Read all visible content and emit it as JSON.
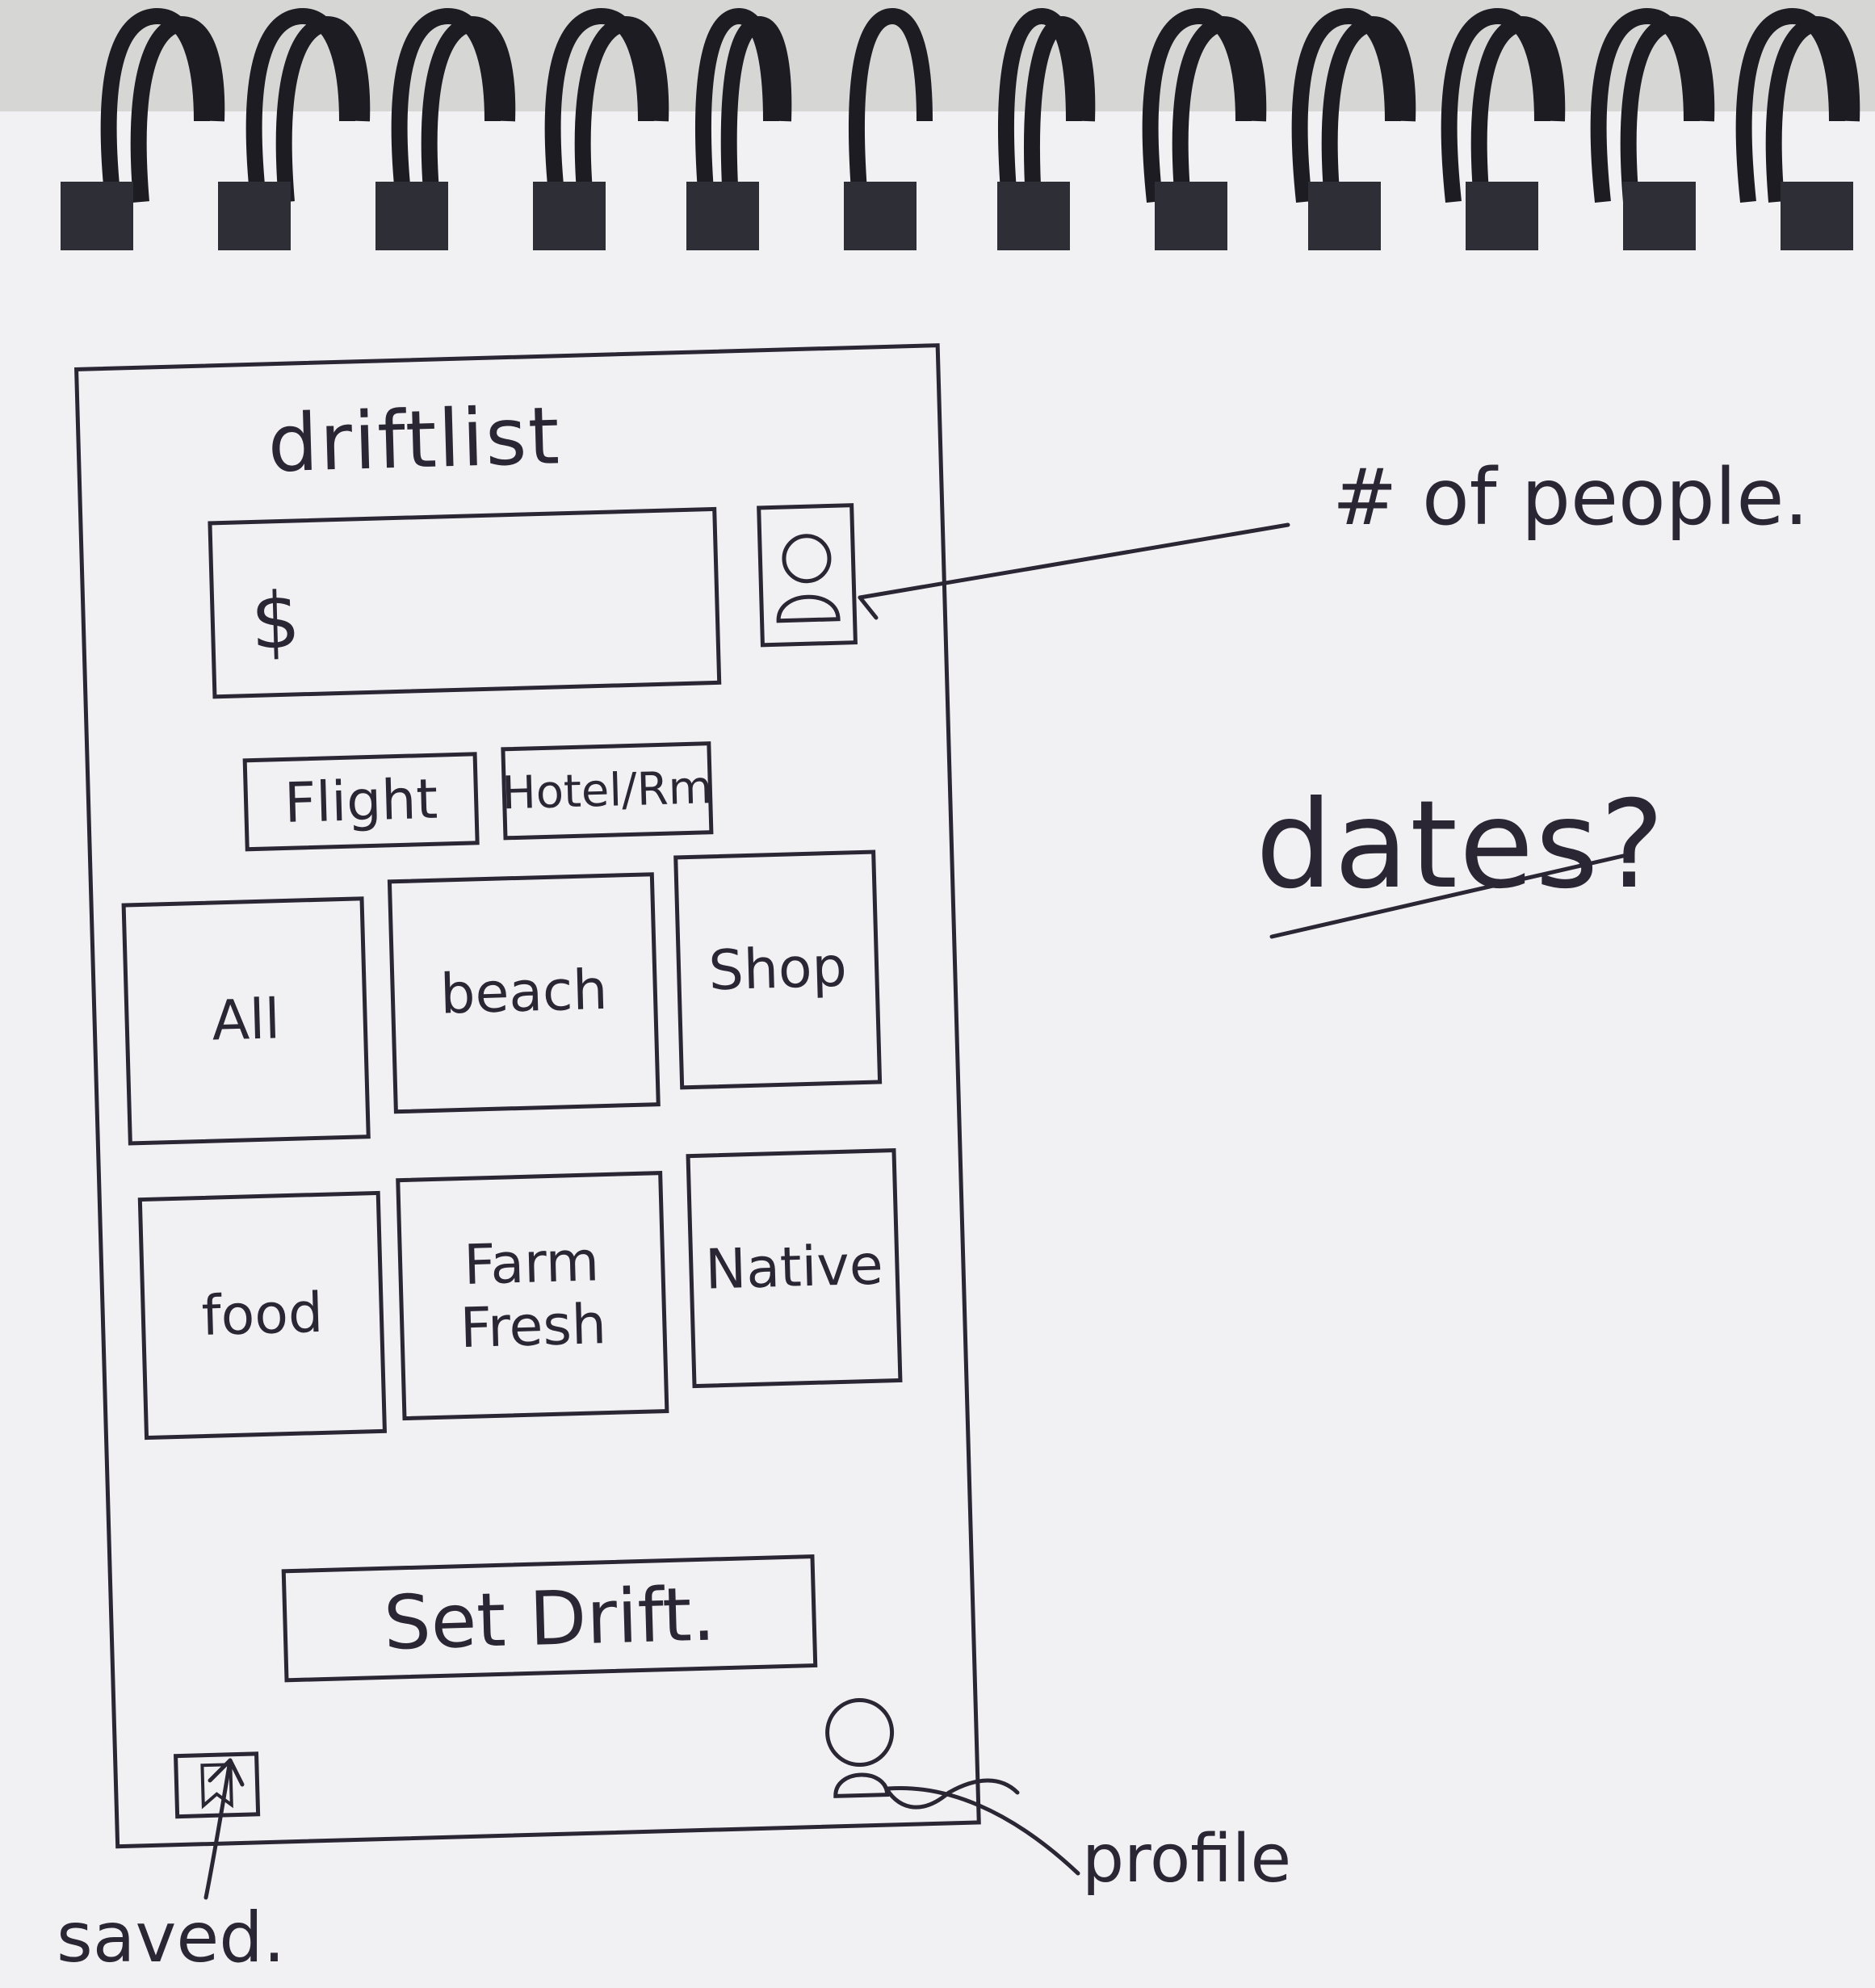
{
  "app": {
    "title": "driftlist",
    "budget_symbol": "$",
    "toggles": [
      "Flight",
      "Hotel/Rm"
    ],
    "categories": [
      {
        "label": "All"
      },
      {
        "label": "beach"
      },
      {
        "label": "Shop"
      },
      {
        "label": "food"
      },
      {
        "label": "Farm Fresh"
      },
      {
        "label": "Native"
      }
    ],
    "cta_label": "Set Drift."
  },
  "annotations": {
    "people": "# of people.",
    "dates": "dates?",
    "saved": "saved.",
    "profile": "profile"
  },
  "icons": {
    "people": "person-icon",
    "profile": "person-icon",
    "saved": "bookmark-icon"
  },
  "colors": {
    "ink": "#2a2633",
    "paper": "#f1f1f3",
    "binding": "#1c1c22"
  }
}
